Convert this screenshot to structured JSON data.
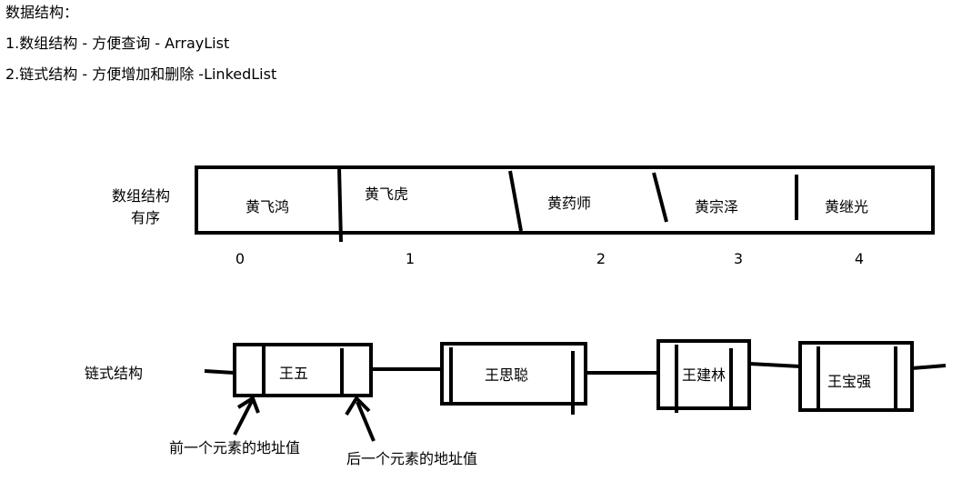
{
  "notes": {
    "title": "数据结构：",
    "line1": "1.数组结构 - 方便查询   - ArrayList",
    "line2": "2.链式结构 - 方便增加和删除   -LinkedList"
  },
  "array_section": {
    "label_line1": "数组结构",
    "label_line2": "有序",
    "cells": [
      "黄飞鸿",
      "黄飞虎",
      "黄药师",
      "黄宗泽",
      "黄继光"
    ],
    "indices": [
      "0",
      "1",
      "2",
      "3",
      "4"
    ]
  },
  "linked_section": {
    "label": "链式结构",
    "nodes": [
      "王五",
      "王思聪",
      "王建林",
      "王宝强"
    ],
    "prev_label": "前一个元素的地址值",
    "next_label": "后一个元素的地址值"
  },
  "colors": {
    "ink": "#000000",
    "background": "#ffffff"
  }
}
